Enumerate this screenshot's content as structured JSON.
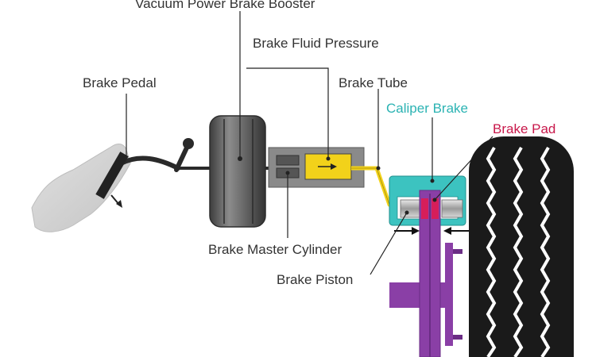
{
  "labels": {
    "vacuum_booster": "Vacuum Power Brake Booster",
    "fluid_pressure": "Brake Fluid Pressure",
    "brake_pedal": "Brake Pedal",
    "brake_tube": "Brake Tube",
    "caliper_brake": "Caliper Brake",
    "brake_pad": "Brake Pad",
    "master_cylinder": "Brake Master Cylinder",
    "brake_piston": "Brake Piston"
  },
  "colors": {
    "label_text": "#333333",
    "caliper_label": "#2bb3b3",
    "brake_pad_label": "#c8174a",
    "fluid_yellow": "#f2d21a",
    "caliper_teal": "#3cc3c0",
    "rotor_purple": "#8a3fa6",
    "pad_red": "#d61e5a",
    "tire_black": "#1a1a1a",
    "booster_gray": "#555555",
    "cylinder_gray": "#8a8a8a"
  }
}
